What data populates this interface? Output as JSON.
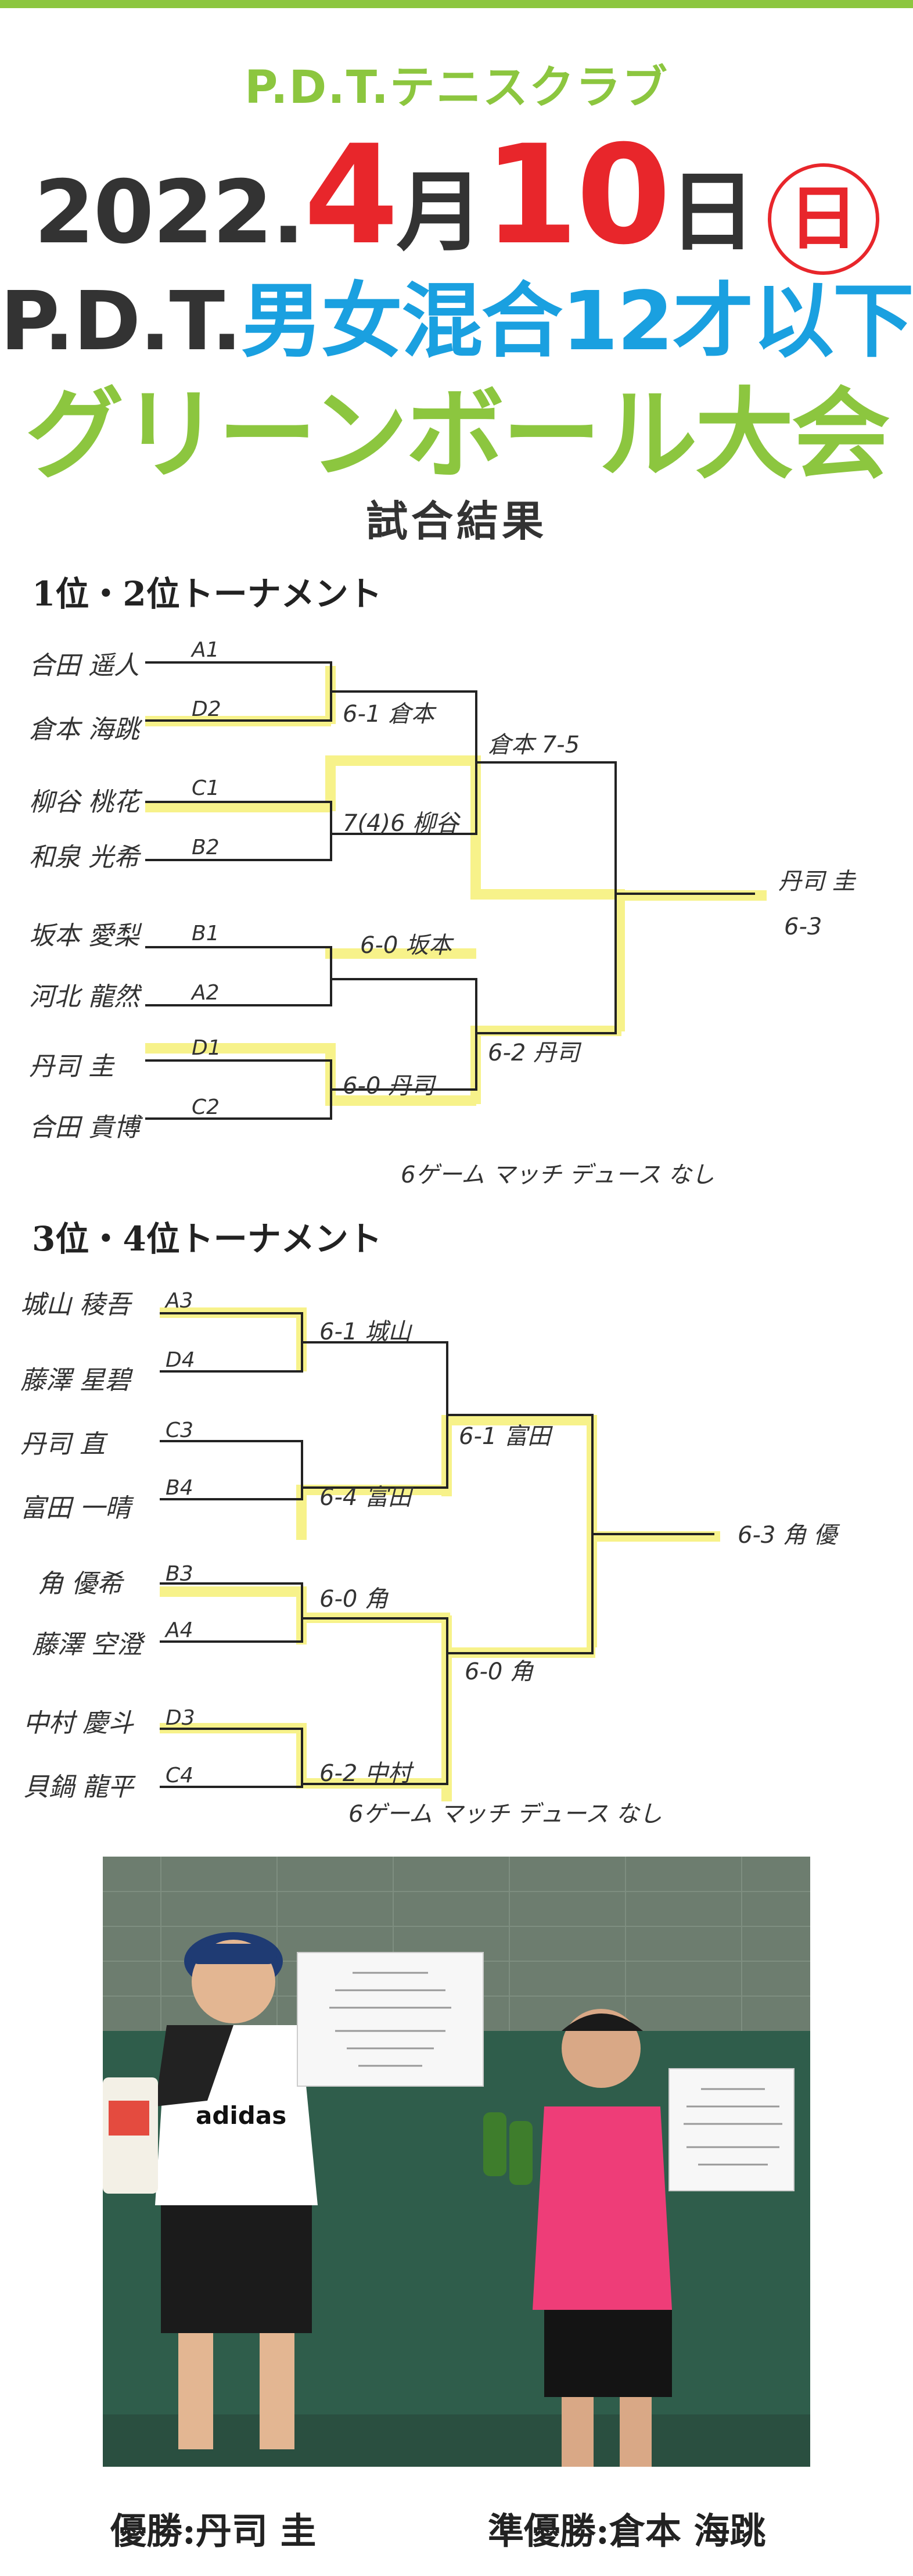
{
  "header": {
    "club": "P.D.T.テニスクラブ",
    "year": "2022.",
    "month": "4",
    "month_unit": "月",
    "day": "10",
    "day_unit": "日",
    "weekday": "日",
    "title_prefix": "P.D.T.",
    "title_main": "男女混合12才以下",
    "title_event": "グリーンボール大会",
    "results_label": "試合結果"
  },
  "bracket1": {
    "heading": "1位・2位トーナメント",
    "players": [
      {
        "name": "合田 遥人",
        "seed": "A1"
      },
      {
        "name": "倉本 海跳",
        "seed": "D2"
      },
      {
        "name": "柳谷 桃花",
        "seed": "C1"
      },
      {
        "name": "和泉 光希",
        "seed": "B2"
      },
      {
        "name": "坂本 愛梨",
        "seed": "B1"
      },
      {
        "name": "河北 龍然",
        "seed": "A2"
      },
      {
        "name": "丹司 圭",
        "seed": "D1"
      },
      {
        "name": "合田 貴博",
        "seed": "C2"
      }
    ],
    "round1": [
      "6-1 倉本",
      "7(4)6 柳谷",
      "6-0 坂本",
      "6-0 丹司"
    ],
    "semis": [
      "倉本 7-5",
      "6-2 丹司"
    ],
    "final_winner": "丹司 圭",
    "final_score": "6-3",
    "note": "6ゲーム マッチ デュース なし"
  },
  "bracket2": {
    "heading": "3位・4位トーナメント",
    "players": [
      {
        "name": "城山 稜吾",
        "seed": "A3"
      },
      {
        "name": "藤澤 星碧",
        "seed": "D4"
      },
      {
        "name": "丹司 直",
        "seed": "C3"
      },
      {
        "name": "富田 一晴",
        "seed": "B4"
      },
      {
        "name": "角 優希",
        "seed": "B3"
      },
      {
        "name": "藤澤 空澄",
        "seed": "A4"
      },
      {
        "name": "中村 慶斗",
        "seed": "D3"
      },
      {
        "name": "貝鍋 龍平",
        "seed": "C4"
      }
    ],
    "round1": [
      "6-1 城山",
      "6-4 富田",
      "6-0 角",
      "6-2 中村"
    ],
    "semis": [
      "6-1 富田",
      "6-0 角"
    ],
    "final_text": "6-3 角 優",
    "note": "6ゲーム マッチ デュース なし"
  },
  "photo": {
    "shirt_brand": "adidas"
  },
  "captions": {
    "winner_label": "優勝:丹司 圭",
    "runner_up_label": "準優勝:倉本 海跳"
  },
  "colors": {
    "accent_green": "#8cc63f",
    "accent_red": "#e8262b",
    "accent_blue": "#1aa0e0",
    "highlight_yellow": "#f7f28a"
  }
}
